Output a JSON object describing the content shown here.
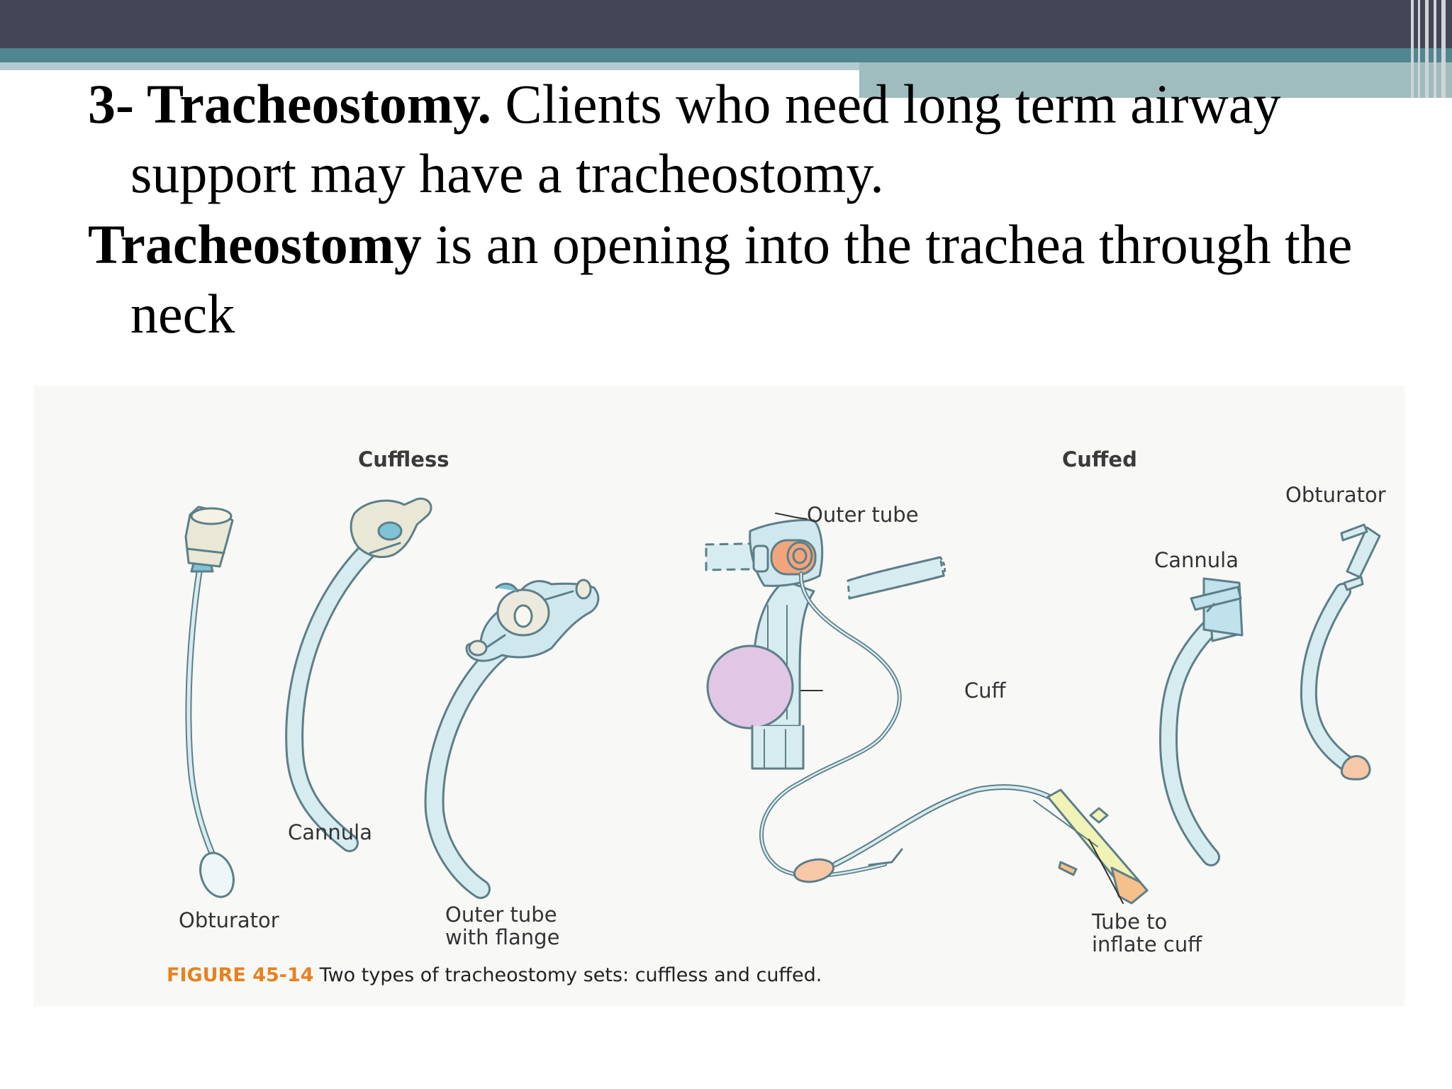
{
  "slide": {
    "heading_line1_bold": "3- Tracheostomy.",
    "heading_line1_rest": " Clients who need long term  airway support may have a tracheostomy.",
    "heading_line2_bold": "Tracheostomy",
    "heading_line2_rest": " is an opening into the trachea through the neck"
  },
  "figure": {
    "cuffless_title": "Cuffless",
    "cuffed_title": "Cuffed",
    "labels": {
      "cuffless_obturator": "Obturator",
      "cuffless_cannula": "Cannula",
      "outer_tube_with_flange_1": "Outer tube",
      "outer_tube_with_flange_2": "with flange",
      "cuffed_outer_tube": "Outer tube",
      "cuffed_cannula": "Cannula",
      "cuffed_obturator": "Obturator",
      "cuff": "Cuff",
      "tube_to_inflate_1": "Tube to",
      "tube_to_inflate_2": "inflate cuff"
    },
    "caption_number": "FIGURE 45-14",
    "caption_text": "Two types of tracheostomy sets: cuffless and cuffed."
  },
  "colors": {
    "top_bar": "#444657",
    "accent_band": "#4f8690",
    "tube_fill": "#d7ecf0",
    "tube_stroke": "#5d7f88",
    "cuff": "#e1c6e6",
    "orange_part": "#f2a57c",
    "caption_accent": "#e8811f"
  }
}
